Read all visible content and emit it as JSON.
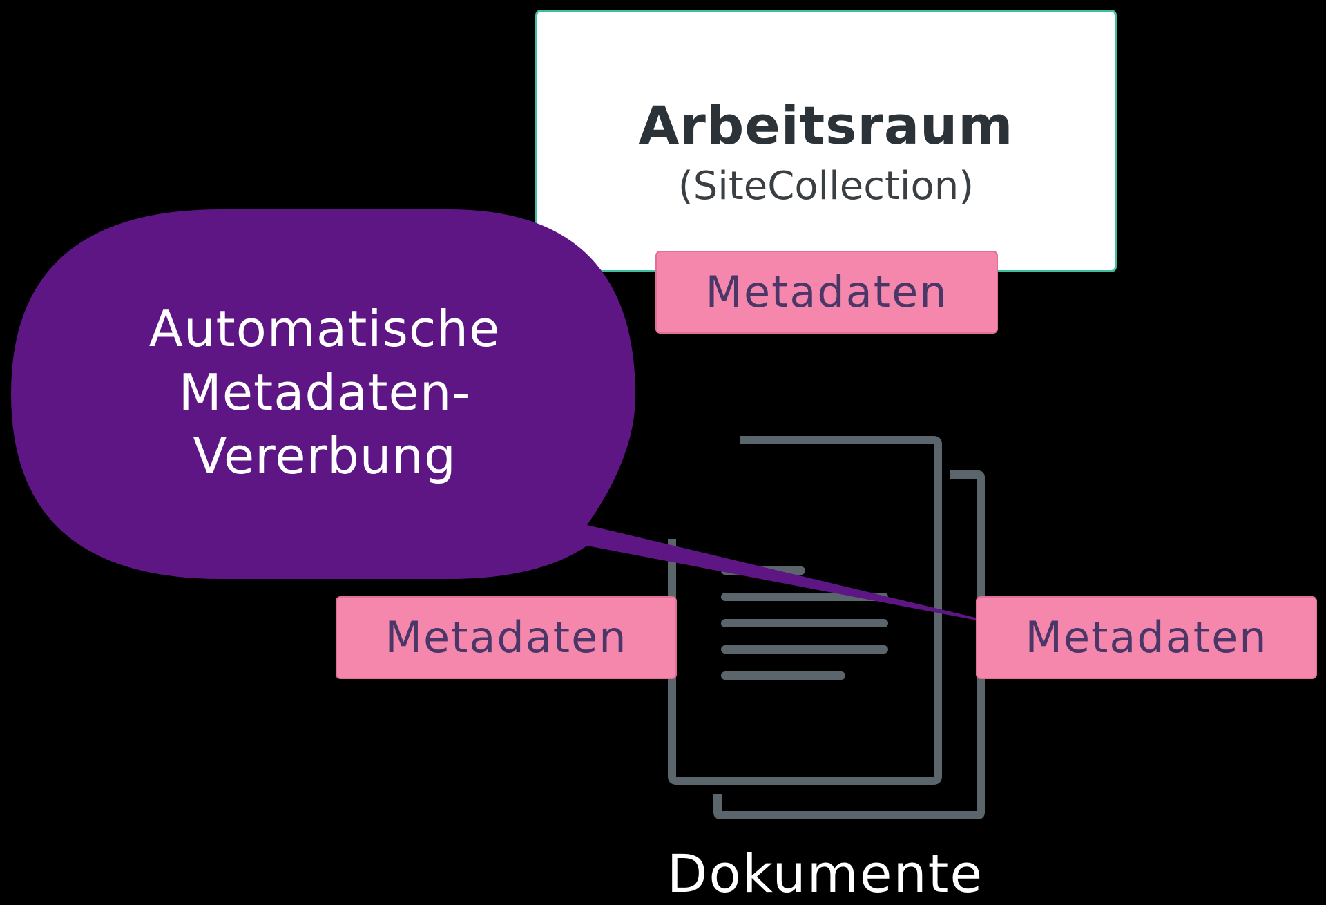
{
  "workspace": {
    "title": "Arbeitsraum",
    "subtitle": "(SiteCollection)"
  },
  "metadata_tags": {
    "top": "Metadaten",
    "left": "Metadaten",
    "right": "Metadaten"
  },
  "callout": {
    "lines": [
      "Automatische",
      "Metadaten-",
      "Vererbung"
    ]
  },
  "documents": {
    "label": "Dokumente"
  },
  "colors": {
    "background": "#000000",
    "workspace_border": "#3fbf9f",
    "metadata_fill": "#f587ac",
    "metadata_text": "#4b3668",
    "callout_fill": "#5f1685",
    "document_stroke": "#5b666c"
  }
}
